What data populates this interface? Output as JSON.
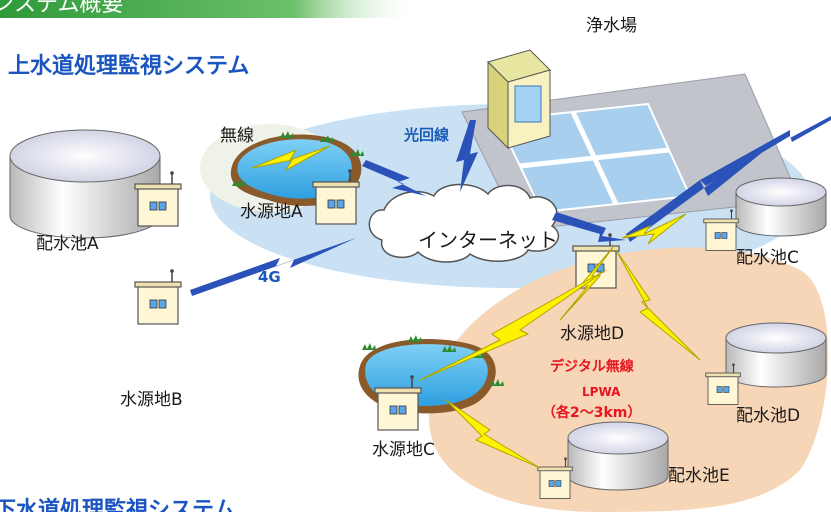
{
  "header": {
    "banner_title": "システム概要",
    "heading_top": "上水道処理監視システム",
    "heading_bottom": "下水道処理監視システム"
  },
  "facilities": {
    "purification_plant": "浄水場",
    "tank_a": "配水池A",
    "source_a": "水源地A",
    "source_b": "水源地B",
    "source_c": "水源地C",
    "source_d": "水源地D",
    "tank_c": "配水池C",
    "tank_d": "配水池D",
    "tank_e": "配水池E"
  },
  "network": {
    "internet": "インターネット",
    "radio": "無線",
    "optical_line": "光回線",
    "cellular": "4G",
    "digital_radio": "デジタル無線",
    "lpwa": "LPWA",
    "range": "（各2～3km）"
  },
  "colors": {
    "banner": "#3aa83c",
    "heading": "#1a55c0",
    "network_area": "#c8dff2",
    "lpwa_area": "#f8d6b8",
    "bolt": "#fff200",
    "bolt_blue": "#2a52b8",
    "lpwa_text": "#e8141e"
  }
}
